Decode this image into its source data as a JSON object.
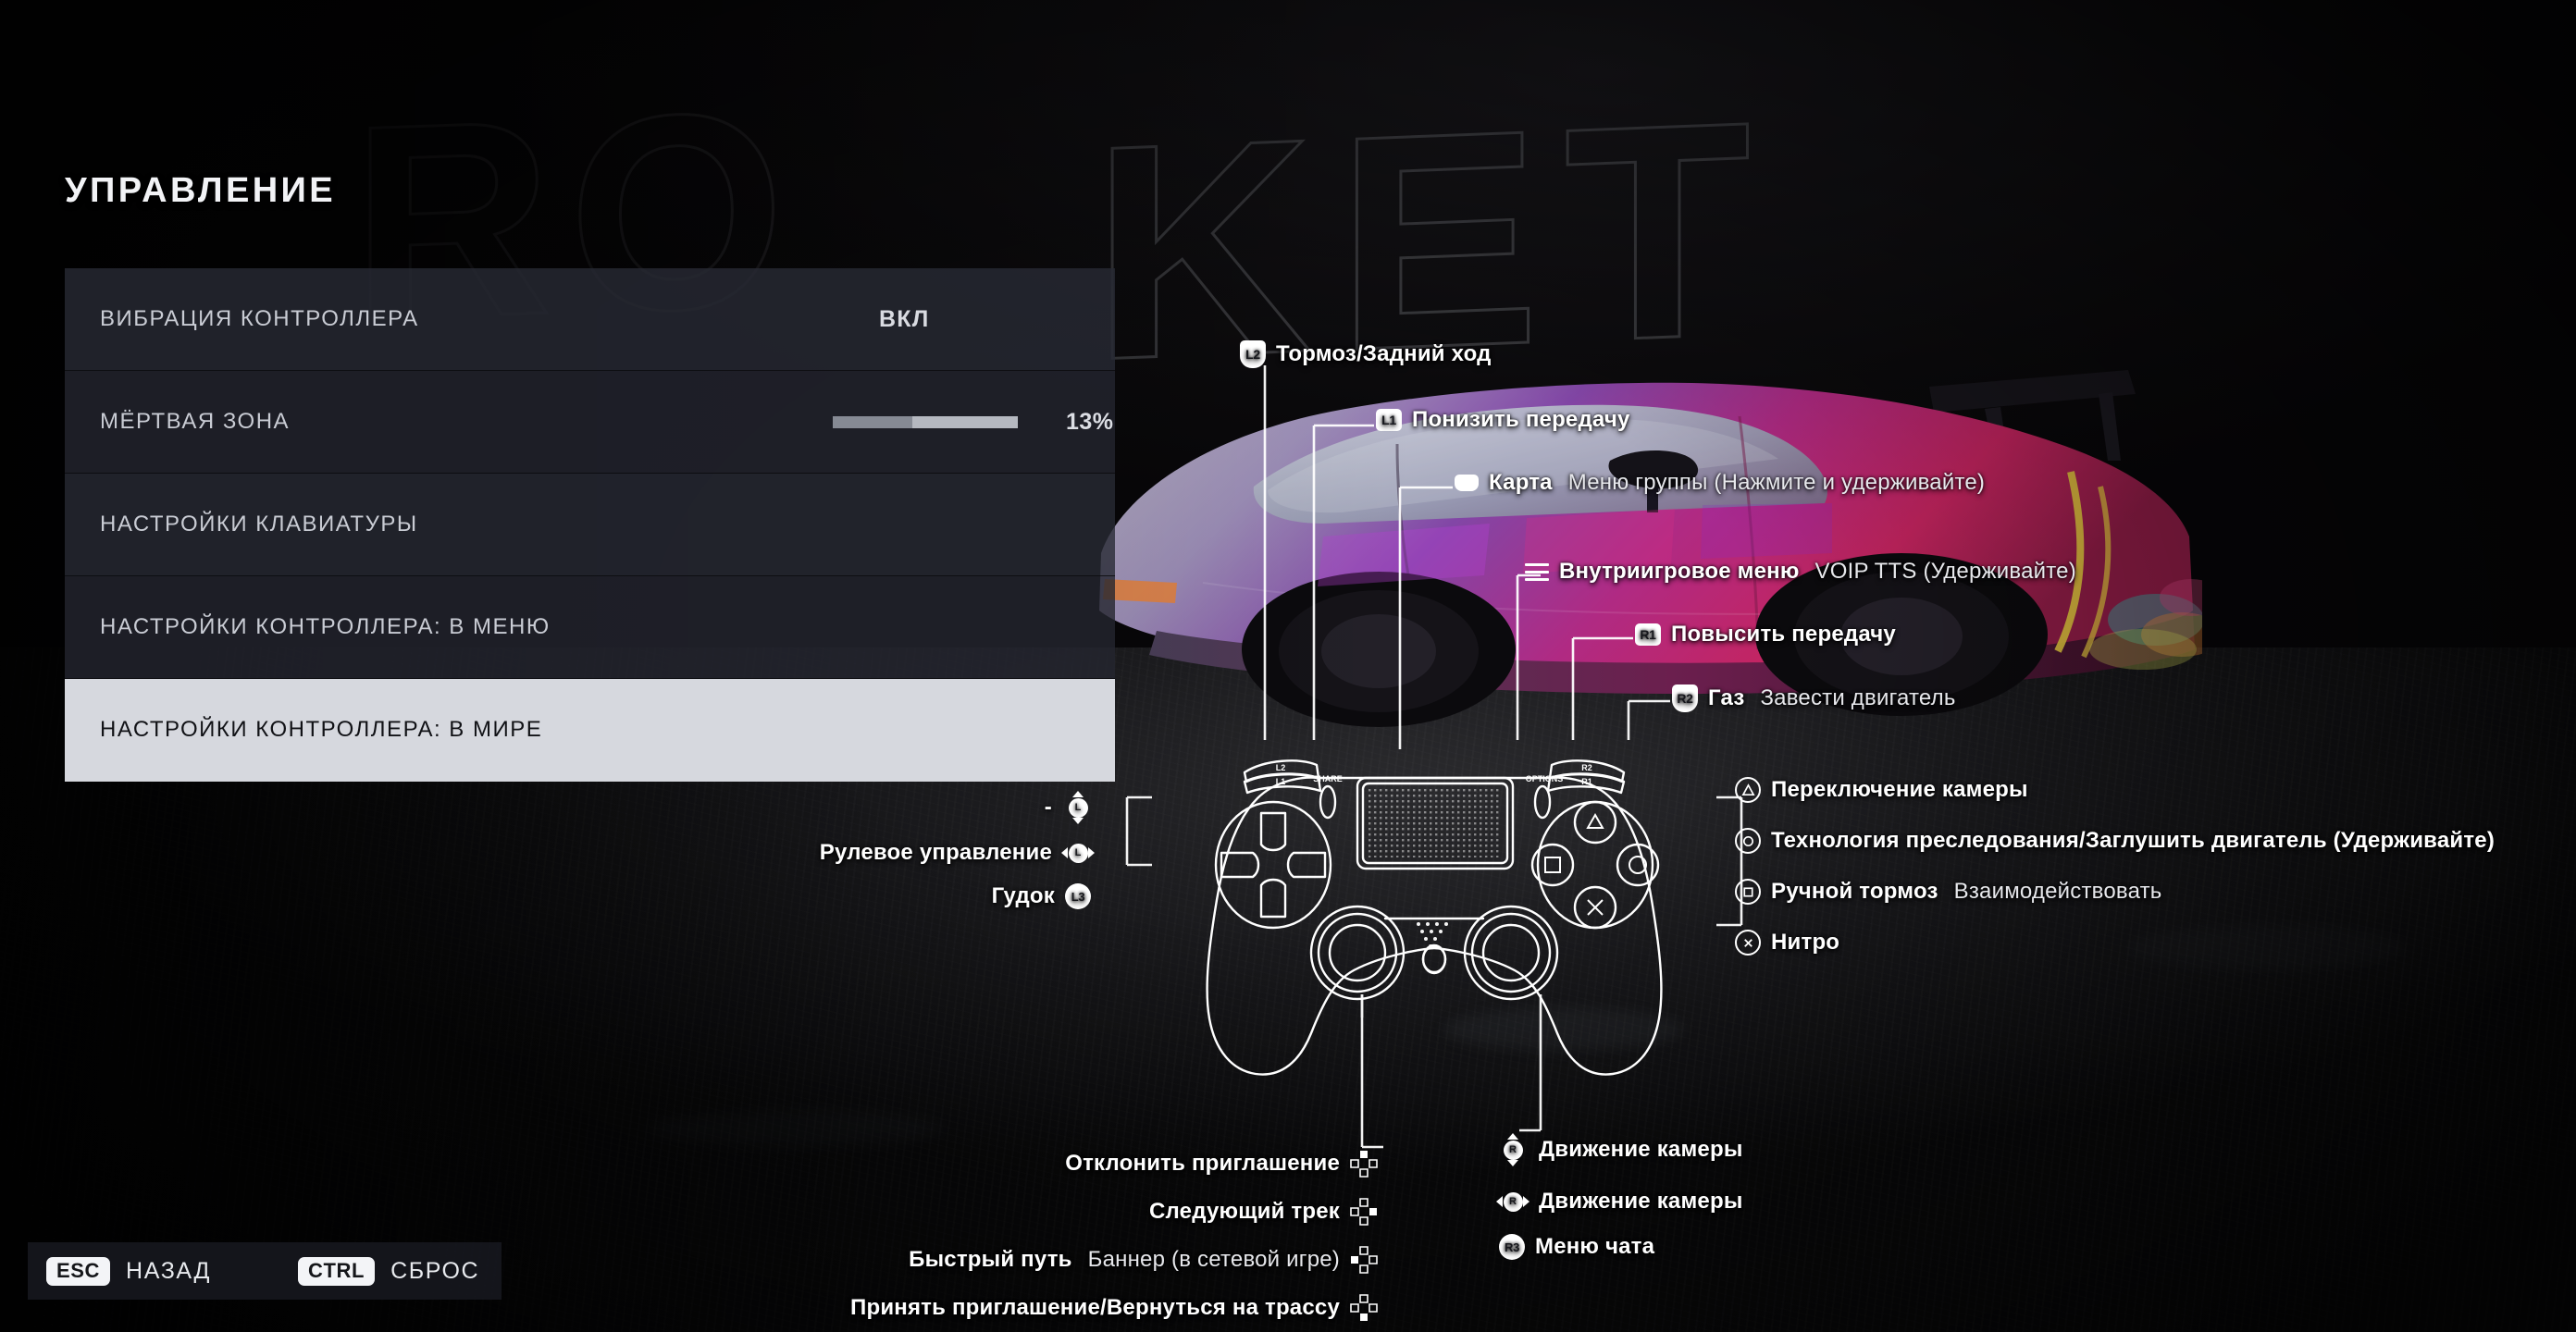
{
  "page_title": "УПРАВЛЕНИЕ",
  "settings": {
    "rows": [
      {
        "label": "ВИБРАЦИЯ КОНТРОЛЛЕРА",
        "value": "ВКЛ",
        "type": "toggle",
        "selected": false
      },
      {
        "label": "МЁРТВАЯ ЗОНА",
        "value": "13%",
        "type": "slider",
        "percent": 13,
        "fill_ratio": 43,
        "selected": false
      },
      {
        "label": "НАСТРОЙКИ КЛАВИАТУРЫ",
        "value": "",
        "type": "link",
        "selected": false
      },
      {
        "label": "НАСТРОЙКИ КОНТРОЛЛЕРА: В МЕНЮ",
        "value": "",
        "type": "link",
        "selected": false
      },
      {
        "label": "НАСТРОЙКИ КОНТРОЛЛЕРА: В МИРЕ",
        "value": "",
        "type": "link",
        "selected": true
      }
    ]
  },
  "footer": {
    "hints": [
      {
        "key": "ESC",
        "label": "НАЗАД"
      },
      {
        "key": "CTRL",
        "label": "СБРОС"
      }
    ]
  },
  "controller": {
    "pad_labels": {
      "l2": "L2",
      "l1": "L1",
      "r2": "R2",
      "r1": "R1",
      "share": "SHARE",
      "options": "OPTIONS"
    },
    "bindings": [
      {
        "id": "l2",
        "glyph": "l2-trigger-icon",
        "badge": "L2",
        "primary": "Тормоз/Задний ход",
        "secondary": ""
      },
      {
        "id": "l1",
        "glyph": "l1-bumper-icon",
        "badge": "L1",
        "primary": "Понизить передачу",
        "secondary": ""
      },
      {
        "id": "touchpad",
        "glyph": "touchpad-icon",
        "badge": "",
        "primary": "Карта",
        "secondary": "Меню группы (Нажмите и удерживайте)"
      },
      {
        "id": "options",
        "glyph": "options-menu-icon",
        "badge": "",
        "primary": "Внутриигровое меню",
        "secondary": "VOIP TTS (Удерживайте)"
      },
      {
        "id": "r1",
        "glyph": "r1-bumper-icon",
        "badge": "R1",
        "primary": "Повысить передачу",
        "secondary": ""
      },
      {
        "id": "r2",
        "glyph": "r2-trigger-icon",
        "badge": "R2",
        "primary": "Газ",
        "secondary": "Завести двигатель"
      },
      {
        "id": "triangle",
        "glyph": "triangle-button-icon",
        "badge": "",
        "primary": "Переключение камеры",
        "secondary": ""
      },
      {
        "id": "circle",
        "glyph": "circle-button-icon",
        "badge": "",
        "primary": "Технология преследования/Заглушить двигатель (Удерживайте)",
        "secondary": ""
      },
      {
        "id": "square",
        "glyph": "square-button-icon",
        "badge": "",
        "primary": "Ручной тормоз",
        "secondary": "Взаимодействовать"
      },
      {
        "id": "cross",
        "glyph": "cross-button-icon",
        "badge": "",
        "primary": "Нитро",
        "secondary": ""
      },
      {
        "id": "lstick-vert",
        "glyph": "left-stick-vertical-icon",
        "badge": "L",
        "primary": "-",
        "secondary": ""
      },
      {
        "id": "lstick-horiz",
        "glyph": "left-stick-horizontal-icon",
        "badge": "L",
        "primary": "Рулевое управление",
        "secondary": ""
      },
      {
        "id": "l3",
        "glyph": "l3-press-icon",
        "badge": "L3",
        "primary": "Гудок",
        "secondary": ""
      },
      {
        "id": "dpad-up",
        "glyph": "dpad-up-icon",
        "badge": "",
        "primary": "Отклонить приглашение",
        "secondary": ""
      },
      {
        "id": "dpad-right",
        "glyph": "dpad-right-icon",
        "badge": "",
        "primary": "Следующий трек",
        "secondary": ""
      },
      {
        "id": "dpad-left",
        "glyph": "dpad-left-icon",
        "badge": "",
        "primary": "Баннер (в сетевой игре)",
        "secondary": "Быстрый путь"
      },
      {
        "id": "dpad-down",
        "glyph": "dpad-down-icon",
        "badge": "",
        "primary": "Принять приглашение/Вернуться на трассу",
        "secondary": ""
      },
      {
        "id": "rstick-vert",
        "glyph": "right-stick-vertical-icon",
        "badge": "R",
        "primary": "Движение камеры",
        "secondary": ""
      },
      {
        "id": "rstick-horiz",
        "glyph": "right-stick-horizontal-icon",
        "badge": "R",
        "primary": "Движение камеры",
        "secondary": ""
      },
      {
        "id": "r3",
        "glyph": "r3-press-icon",
        "badge": "R3",
        "primary": "Меню чата",
        "secondary": ""
      }
    ]
  },
  "background": {
    "graffiti_text": "KET",
    "graffiti_text_2": "RO",
    "car_colors": {
      "body_front": "#b9b6c4",
      "body_mid": "#8b4aa8",
      "body_rear": "#c21f63",
      "accent": "#e0c341"
    },
    "accent_highlight": "#d6d8de"
  }
}
